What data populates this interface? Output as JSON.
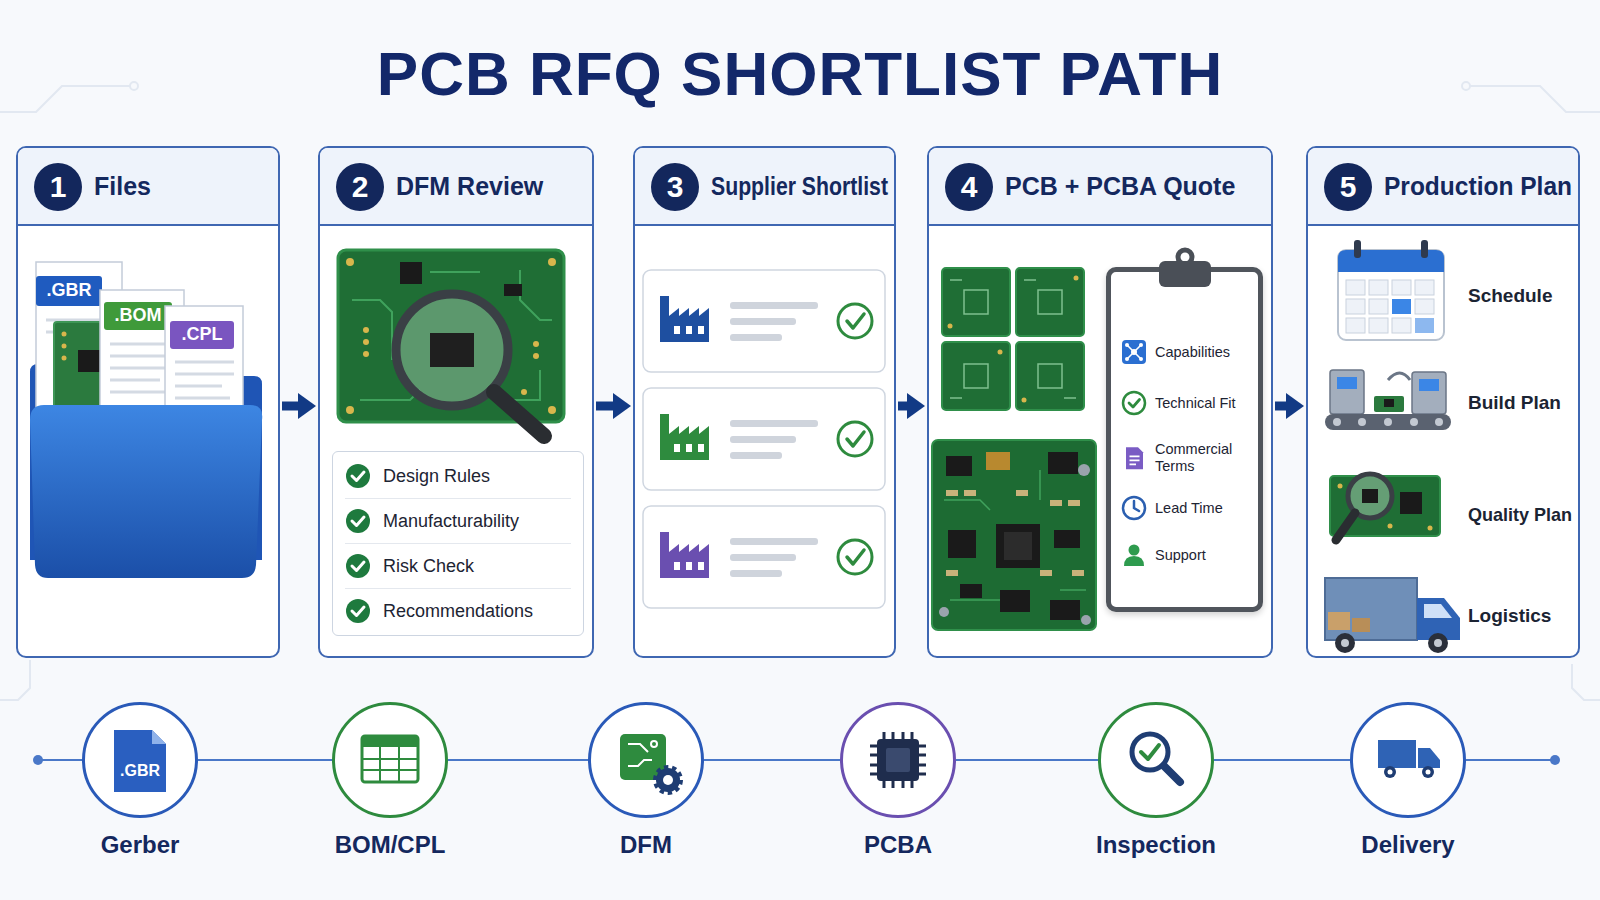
{
  "diagram": {
    "title": "PCB RFQ SHORTLIST PATH",
    "nodes": [
      {
        "text": [
          "Files"
        ]
      },
      {
        "text": [
          "1"
        ],
        "in": 0
      },
      {
        "text": [
          "DFM Review"
        ]
      },
      {
        "text": [
          "2"
        ],
        "in": 2
      },
      {
        "text": [
          "Design Rules",
          "Manufacturability",
          "Risk Check",
          "Recommendations"
        ],
        "in": 2
      },
      {
        "text": [
          "Supplier Shortlist"
        ]
      },
      {
        "text": [
          "3"
        ],
        "in": 5
      },
      {
        "text": [
          "PCB + PCBA Quote"
        ]
      },
      {
        "text": [
          "4"
        ],
        "in": 7
      },
      {
        "text": [
          "Capabilities",
          "Technical Fit",
          "Commercial Terms",
          "Lead Time",
          "Support"
        ],
        "in": 7
      },
      {
        "text": [
          "Production Plan"
        ]
      },
      {
        "text": [
          "5"
        ],
        "in": 10
      },
      {
        "text": [
          "Gerber"
        ]
      },
      {
        "text": [
          "BOM/CPL"
        ]
      },
      {
        "text": [
          "DFM"
        ]
      },
      {
        "text": [
          "PCBA"
        ]
      },
      {
        "text": [
          "Inspection"
        ]
      },
      {
        "text": [
          "Delivery"
        ]
      }
    ],
    "edges": [
      {
        "from": 0,
        "to": 2,
        "arrow": "to"
      },
      {
        "from": 2,
        "to": 5,
        "arrow": "to"
      },
      {
        "from": 5,
        "to": 7,
        "arrow": "to"
      },
      {
        "from": 7,
        "to": 10,
        "arrow": "to"
      },
      {
        "from": 12,
        "to": 13,
        "arrow": "none"
      },
      {
        "from": 13,
        "to": 14,
        "arrow": "none"
      },
      {
        "from": 14,
        "to": 15,
        "arrow": "none"
      },
      {
        "from": 15,
        "to": 16,
        "arrow": "none"
      },
      {
        "from": 16,
        "to": 17,
        "arrow": "none"
      }
    ],
    "labels": [
      ".GBR",
      ".BOM",
      ".CPL",
      "Schedule",
      "Build Plan",
      "Quality Plan",
      "Logistics",
      ".GBR"
    ]
  }
}
